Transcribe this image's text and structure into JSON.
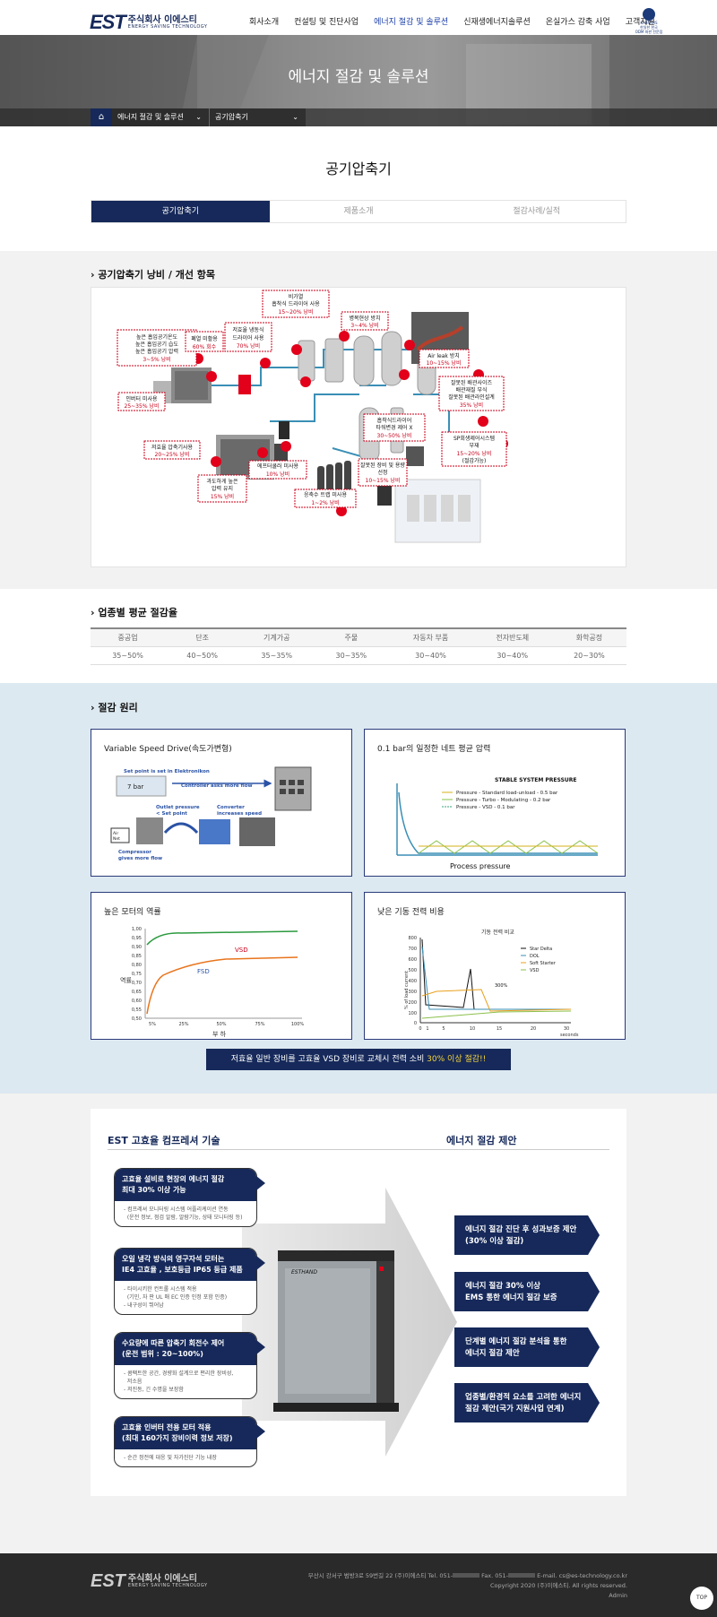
{
  "header": {
    "logo_mark": "EST",
    "logo_ko": "주식회사 이에스티",
    "logo_en": "ENERGY SAVING TECHNOLOGY",
    "nav": [
      "회사소개",
      "컨설팅 및 진단사업",
      "에너지 절감 및 솔루션",
      "신재생에너지솔루션",
      "온실가스 감축 사업",
      "고객지원"
    ],
    "kabs_name": "KABNARS",
    "kabs_line1": "한일한 한국",
    "kabs_line2": "ODM 파판 전문점"
  },
  "hero": {
    "title": "에너지 절감 및 솔루션",
    "home_icon": "⌂",
    "crumb1": "에너지 절감 및 솔루션",
    "crumb2": "공기압축기",
    "chev": "⌄"
  },
  "page": {
    "title": "공기압축기",
    "tabs": [
      "공기압축기",
      "제품소개",
      "절감사례/실적"
    ]
  },
  "sec1": {
    "heading": "공기압축기 낭비 / 개선 항목",
    "callouts": [
      {
        "t1": "높은 흡입공기온도",
        "t2": "높은 흡입공기 습도",
        "t3": "높은 흡입공기 압력",
        "t4": "3~5% 낭비"
      },
      {
        "t1": "폐열 미활용",
        "t2": "60% 회수"
      },
      {
        "t1": "저효율 냉동식",
        "t2": "드라이어 사용",
        "t3": "70% 낭비"
      },
      {
        "t1": "비가열",
        "t2": "흡착식 드라이어 사용",
        "t3": "15~20% 낭비"
      },
      {
        "t1": "병목현상 방치",
        "t2": "3~4% 낭비"
      },
      {
        "t1": "Air leak 방치",
        "t2": "10~15% 낭비"
      },
      {
        "t1": "잘못된 배관사이즈",
        "t2": "배관재질 부식",
        "t3": "잘못된 배관라인설계",
        "t4": "35% 낭비"
      },
      {
        "t1": "흡착식드라이어",
        "t2": "타워변경 제어 X",
        "t3": "30~50% 낭비"
      },
      {
        "t1": "SP회생제어시스템",
        "t2": "부재",
        "t3": "15~20% 낭비",
        "t4": "(절감가능)"
      },
      {
        "t1": "인버터 미사용",
        "t2": "25~35% 낭비"
      },
      {
        "t1": "저효율 압축기사용",
        "t2": "20~25% 낭비"
      },
      {
        "t1": "과도하게 높은",
        "t2": "압력 유지",
        "t3": "15% 낭비"
      },
      {
        "t1": "에프터쿨러 미사용",
        "t2": "10% 낭비"
      },
      {
        "t1": "응축수 트랩 미사용",
        "t2": "1~2% 낭비"
      },
      {
        "t1": "잘못된 장비 및 용량",
        "t2": "선정",
        "t3": "10~15% 낭비"
      }
    ]
  },
  "sec2": {
    "heading": "업종별 평균 절감율",
    "columns": [
      "중공업",
      "단조",
      "기계가공",
      "주물",
      "자동차 부품",
      "전자반도체",
      "화학공정"
    ],
    "values": [
      "35~50%",
      "40~50%",
      "35~35%",
      "30~35%",
      "30~40%",
      "30~40%",
      "20~30%"
    ]
  },
  "sec3": {
    "heading": "절감 원리",
    "cards": [
      {
        "title": "Variable Speed Drive(속도가변형)"
      },
      {
        "title": "0.1 bar의 일정한 네트 평균 압력"
      },
      {
        "title": "높은 모터의 역률"
      },
      {
        "title": "낮은 기동 전력 비용"
      }
    ],
    "vsd": {
      "set": "Set point is set in Elektronikon",
      "ctrl": "Controller asks more flow",
      "bar": "7 bar",
      "outlet1": "Outlet pressure",
      "outlet2": "< Set point",
      "conv1": "Converter",
      "conv2": "increases speed",
      "comp1": "Compressor",
      "comp2": "gives more flow",
      "air1": "Air",
      "air2": "Net"
    },
    "stable": {
      "title": "STABLE SYSTEM PRESSURE",
      "l1": "Pressure - Standard load-unload - 0.5 bar",
      "l2": "Pressure - Turbo - Modulating - 0.2 bar",
      "l3": "Pressure - VSD - 0.1 bar",
      "xlabel": "Process pressure"
    },
    "pf": {
      "ylabel": "역률",
      "xlabel": "부 하",
      "yt": [
        "1,00",
        "0,95",
        "0,90",
        "0,85",
        "0,80",
        "0,75",
        "0,70",
        "0,65",
        "0,60",
        "0,55",
        "0,50"
      ],
      "xt": [
        "5%",
        "25%",
        "50%",
        "75%",
        "100%"
      ],
      "vsd": "VSD",
      "fsd": "FSD"
    },
    "start": {
      "title": "기동 전력 비교",
      "ylabel": "% of load current",
      "yt": [
        "800",
        "700",
        "600",
        "500",
        "400",
        "300",
        "200",
        "100",
        "0"
      ],
      "xt": [
        "0",
        "1",
        "5",
        "10",
        "15",
        "20",
        "30"
      ],
      "xunit": "seconds",
      "legend": [
        "Star Delta",
        "DOL",
        "Soft Starter",
        "VSD"
      ],
      "note": "300%"
    },
    "cta_a": "저효율 일반 장비를 고효율 VSD 장비로 교체시 전력 소비 ",
    "cta_b": "30% 이상 절감",
    "cta_c": "!!"
  },
  "sec4": {
    "left_heading": "EST 고효율 컴프레셔 기술",
    "right_heading": "에너지 절감 제안",
    "features": [
      {
        "h1": "고효율 설비로 현장의 에너지 절감",
        "h2": "최대 30% 이상 가능",
        "items": [
          "컴프레셔 모니터링 시스템 어플리케이션 연동",
          "(운전 정보, 점검 알람, 알람기능, 상태 모니터링 등)"
        ]
      },
      {
        "h1": "오일 냉각 방식의 영구자석 모터는",
        "h2": "IE4 고효율 , 보호등급 IP65 등급 제품",
        "items": [
          "타이시키한 컨트롤 시스템 적용",
          "(기민, 자 판 UL 매 EC 인증 인정 포함 인증)",
          "내구성이 뛰어남"
        ]
      },
      {
        "h1": "수요량에 따른 압축기 회전수 제어",
        "h2": "(운전 범위 : 20~100%)",
        "items": [
          "콤팩트한 공간, 경량화 설계으로 편리한 장비성,",
          "저소음",
          "저진동, 긴 수명을 보장함"
        ]
      },
      {
        "h1": "고효율 인버터 전용 모터 적용",
        "h2": "(최대 160가지 장비이력 정보 저장)",
        "items": [
          "순간 정전에 대응 및 자가진단 기능 내장"
        ]
      }
    ],
    "proposals": [
      {
        "l1": "에너지 절감 진단 후 성과보증 제안",
        "l2": "(30% 이상 절감)"
      },
      {
        "l1": "에너지 절감 30% 이상",
        "l2": "EMS 통한 에너지 절감 보증"
      },
      {
        "l1": "단계별 에너지 절감 분석을 통한",
        "l2": "에너지 절감 제안"
      },
      {
        "l1": "업종별/환경적 요소를 고려한 에너지",
        "l2": "절감 제안(국가 지원사업 연계)"
      }
    ],
    "machine_label": "ESTHAND"
  },
  "footer": {
    "logo_mark": "EST",
    "logo_ko": "주식회사 이에스티",
    "logo_en": "ENERGY SAVING TECHNOLOGY",
    "addr": "부산시 강서구 범방3로 59번길 22 (주)이에스티 Tel. 051-",
    "fax": " Fax. 051-",
    "email": " E-mail. cs@es-technology.co.kr",
    "copy": "Copyright 2020 (주)이에스티. All rights reserved.",
    "admin": "Admin",
    "top": "TOP"
  },
  "colors": {
    "navy": "#16295a",
    "red": "#e2001a",
    "accent": "#1c3fa8",
    "highlight": "#f5d33c"
  }
}
